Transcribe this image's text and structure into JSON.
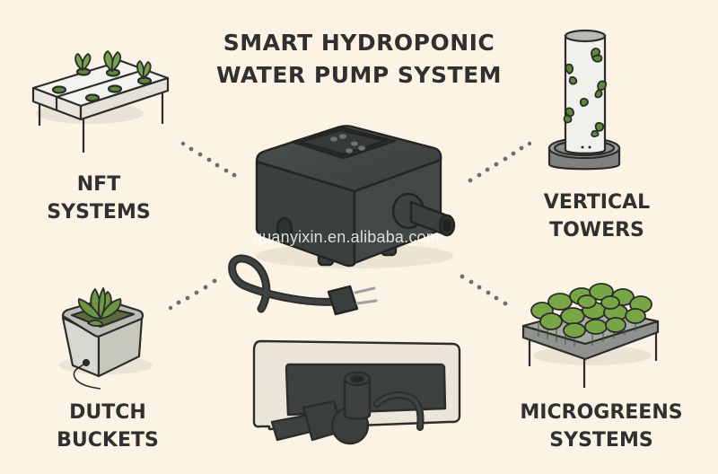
{
  "title": {
    "line1": "SMART HYDROPONIC",
    "line2": "WATER PUMP SYSTEM"
  },
  "center": {
    "name": "Water pump",
    "watermark": "quanyixin.en.alibaba.com"
  },
  "systems": [
    {
      "id": "nft",
      "line1": "NFT",
      "line2": "SYSTEMS",
      "icon": "nft-channel-table-icon"
    },
    {
      "id": "vertical",
      "line1": "VERTICAL",
      "line2": "TOWERS",
      "icon": "vertical-tower-icon"
    },
    {
      "id": "dutch",
      "line1": "DUTCH",
      "line2": "BUCKETS",
      "icon": "dutch-bucket-icon"
    },
    {
      "id": "microgreens",
      "line1": "MICROGREENS",
      "line2": "SYSTEMS",
      "icon": "microgreens-tray-icon"
    }
  ],
  "colors": {
    "background": "#fcf3e4",
    "text": "#2f3030",
    "pump": "#3b3f3e",
    "plant": "#6d9443",
    "connector_dots": "#6e6e6a"
  }
}
